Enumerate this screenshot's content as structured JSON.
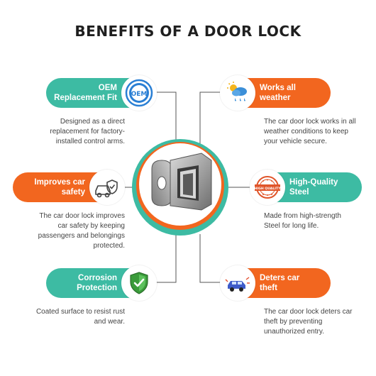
{
  "title": "BENEFITS OF A DOOR LOCK",
  "colors": {
    "teal": "#3dbba3",
    "orange": "#f2661f",
    "dark": "#1f1f1f"
  },
  "benefits": [
    {
      "label": "OEM\nReplacement Fit",
      "icon": "oem-badge-icon",
      "badge_text": "OEM",
      "desc": "Designed as a direct\nreplacement for factory-\ninstalled control arms."
    },
    {
      "label": "Works all\nweather",
      "icon": "weather-icon",
      "desc": "The car door lock works in all\nweather conditions to keep\nyour vehicle secure."
    },
    {
      "label": "Improves car\nsafety",
      "icon": "car-shield-icon",
      "desc": "The car door lock improves\ncar safety by keeping\npassengers and belongings\nprotected."
    },
    {
      "label": "High-Quality\nSteel",
      "icon": "quality-stamp-icon",
      "badge_text": "HIGH QUALITY",
      "desc": "Made from high-strength\nSteel for long life."
    },
    {
      "label": "Corrosion\nProtection",
      "icon": "shield-check-icon",
      "desc": "Coated surface to resist rust\nand wear."
    },
    {
      "label": "Deters car\ntheft",
      "icon": "car-theft-icon",
      "desc": "The car door lock deters car\ntheft by preventing\nunauthorized entry."
    }
  ],
  "center_image": "door-lock-striker-image"
}
